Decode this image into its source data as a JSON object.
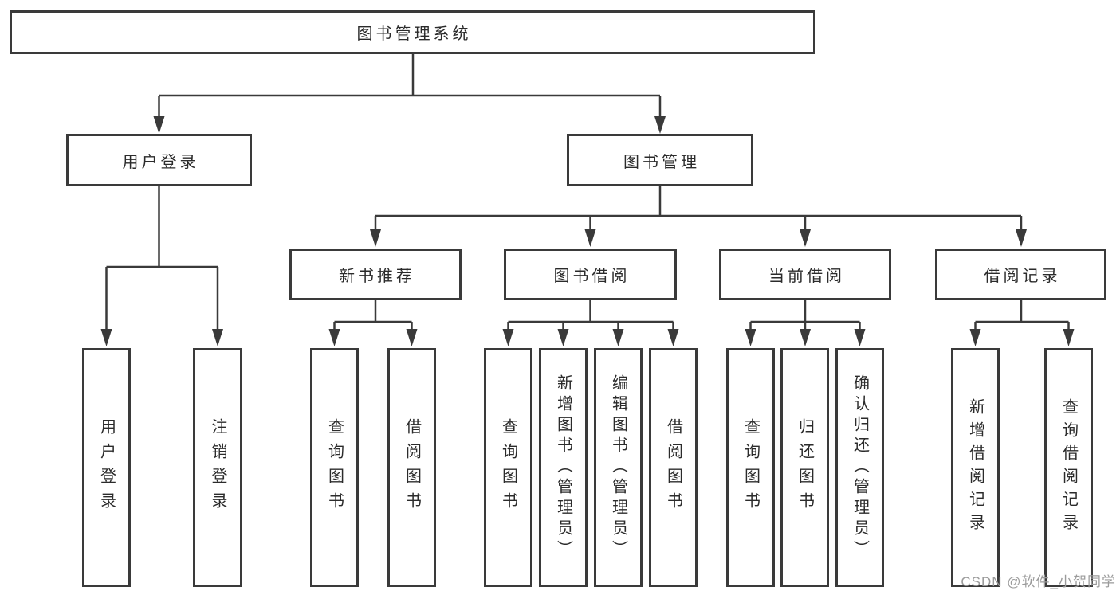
{
  "nodes": {
    "root": "图书管理系统",
    "userLogin": "用户登录",
    "bookMgmt": "图书管理",
    "newBookRec": "新书推荐",
    "bookBorrow": "图书借阅",
    "currentBorrow": "当前借阅",
    "borrowRecord": "借阅记录",
    "leafUserLogin": "用户登录",
    "leafLogout": "注销登录",
    "leafQueryBooks1": "查询图书",
    "leafBorrowBooks1": "借阅图书",
    "leafQueryBooks2": "查询图书",
    "leafAddBooks": "新增图书（管理员）",
    "leafEditBooks": "编辑图书（管理员）",
    "leafBorrowBooks2": "借阅图书",
    "leafQueryBooks3": "查询图书",
    "leafReturnBooks": "归还图书",
    "leafConfirmReturn": "确认归还（管理员）",
    "leafAddBorrowRecord": "新增借阅记录",
    "leafQueryBorrowRecord": "查询借阅记录"
  },
  "watermark": "CSDN @软件_小贺同学",
  "colors": {
    "line": "#3a3a3a",
    "text": "#2b2b2b",
    "watermark": "#9b9b9b",
    "background": "#ffffff"
  }
}
